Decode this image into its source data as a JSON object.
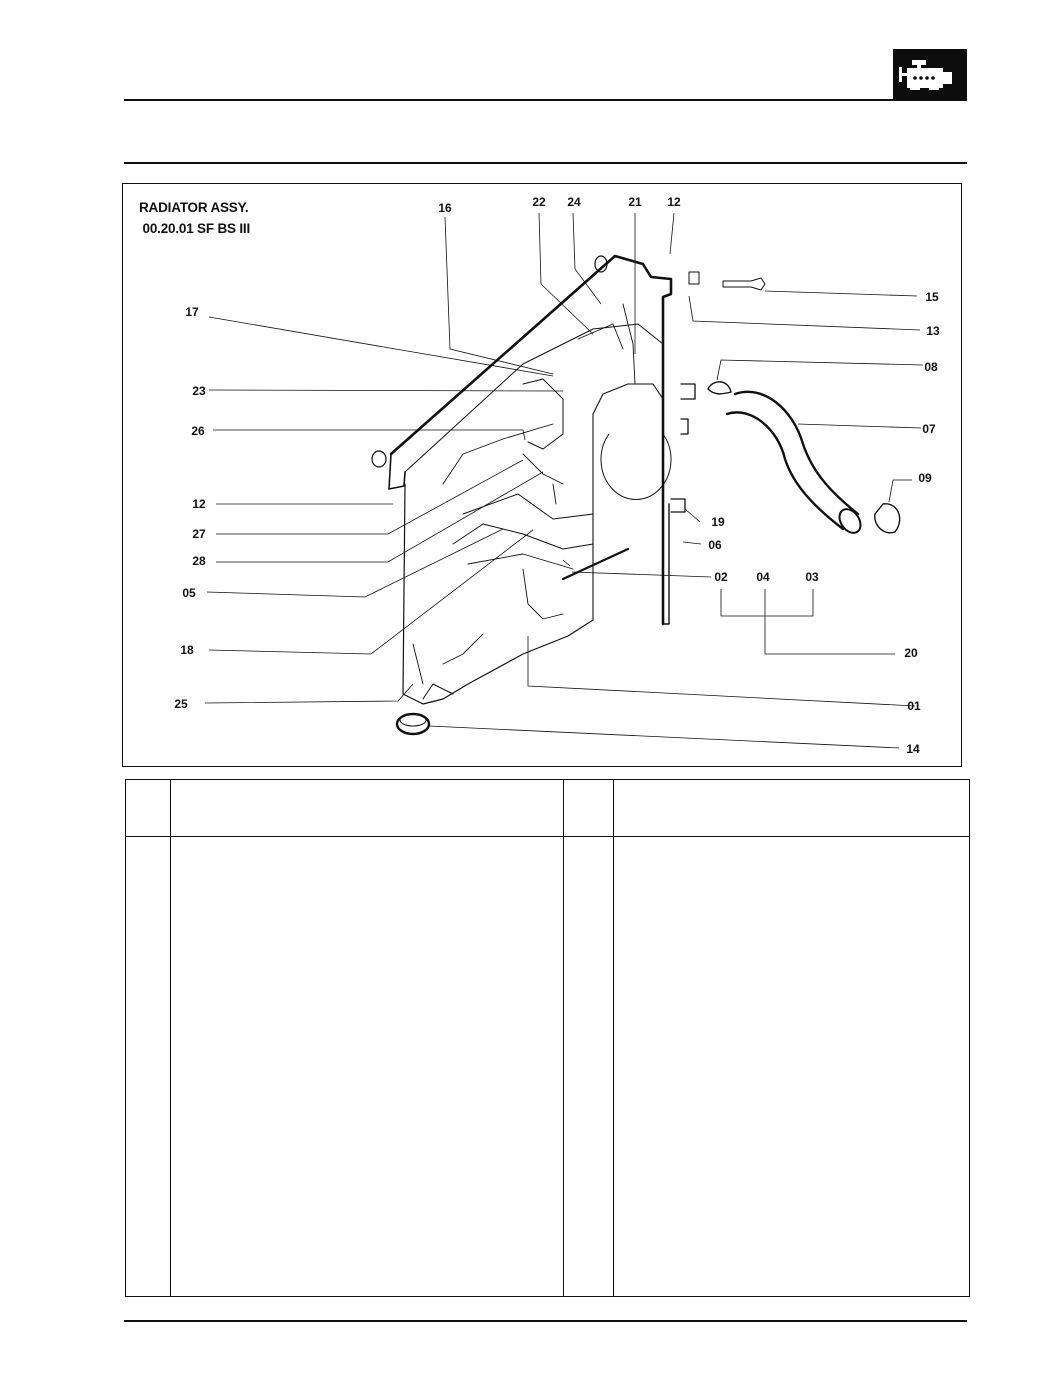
{
  "header": {
    "icon": "engine-icon"
  },
  "diagram": {
    "title_line1": "RADIATOR ASSY.",
    "title_line2": " 00.20.01 SF BS III",
    "callouts": {
      "c16_top": "16",
      "c22": "22",
      "c24": "24",
      "c21": "21",
      "c12_top": "12",
      "c15": "15",
      "c13": "13",
      "c08": "08",
      "c07": "07",
      "c09": "09",
      "c17": "17",
      "c23": "23",
      "c26": "26",
      "c12_left": "12",
      "c27": "27",
      "c28": "28",
      "c05": "05",
      "c18": "18",
      "c25": "25",
      "c19": "19",
      "c06": "06",
      "c02": "02",
      "c04": "04",
      "c03": "03",
      "c20": "20",
      "c01": "01",
      "c14": "14"
    }
  },
  "parts_table": {
    "columns": [
      "",
      "",
      "",
      ""
    ],
    "rows": []
  }
}
